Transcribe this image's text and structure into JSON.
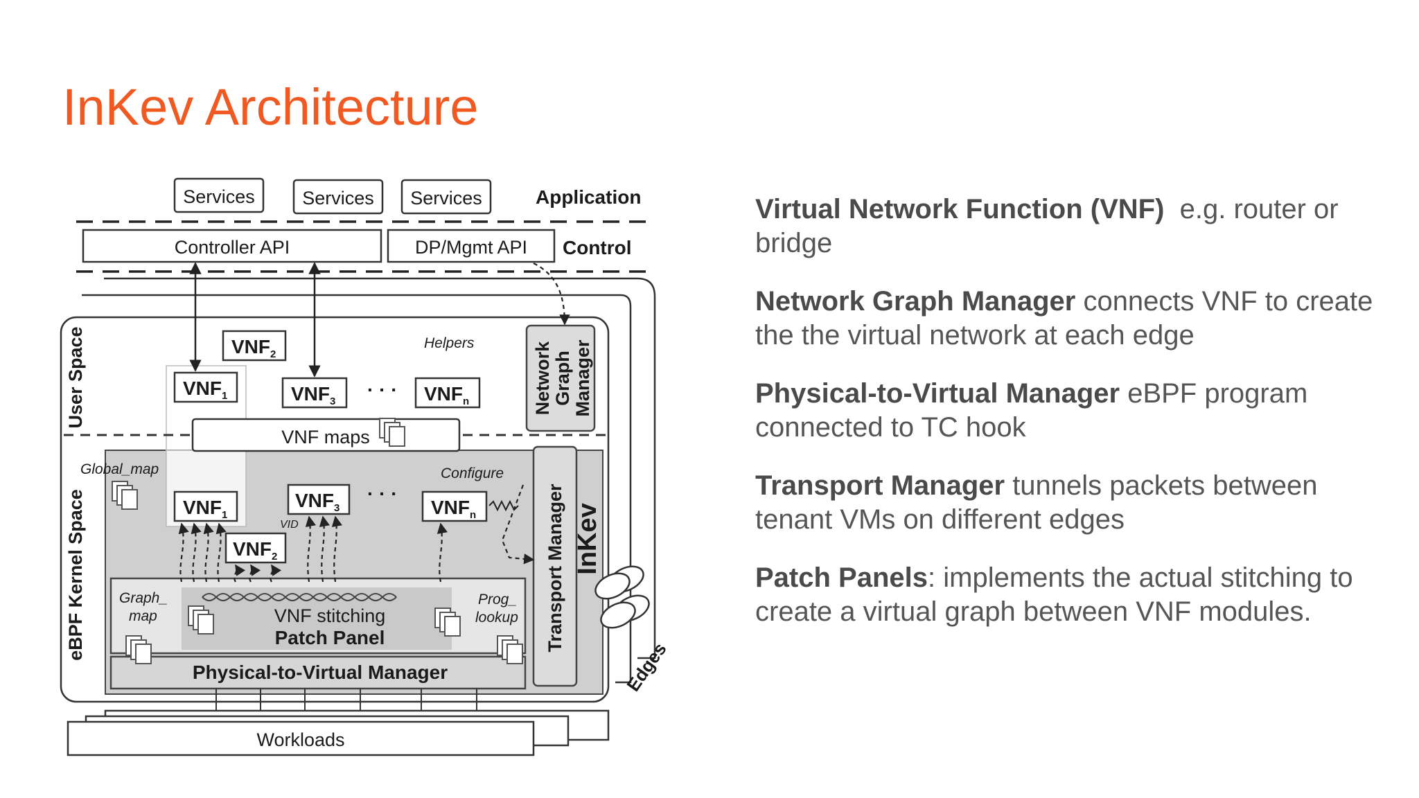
{
  "slide": {
    "title": "InKev Architecture"
  },
  "diagram": {
    "services": [
      "Services",
      "Services",
      "Services"
    ],
    "application_label": "Application",
    "controller_api": "Controller API",
    "dp_mgmt_api": "DP/Mgmt API",
    "control_label": "Control",
    "user_space_label": "User Space",
    "ebpf_kernel_space_label": "eBPF Kernel Space",
    "vnf_prefix": "VNF",
    "vnf_subscripts": {
      "one": "1",
      "two": "2",
      "three": "3",
      "n": "n"
    },
    "ellipsis": "· · ·",
    "helpers_label": "Helpers",
    "vnf_maps_label": "VNF maps",
    "network_graph_manager_lines": [
      "Network",
      "Graph",
      "Manager"
    ],
    "global_map_label": "Global_map",
    "configure_label": "Configure",
    "vid_label": "VID",
    "transport_manager_label": "Transport Manager",
    "inkev_label": "InKev",
    "graph_map_lines": [
      "Graph_",
      "map"
    ],
    "vnf_stitching_label": "VNF stitching",
    "patch_panel_label": "Patch Panel",
    "prog_lookup_lines": [
      "Prog_",
      "lookup"
    ],
    "p2v_manager_label": "Physical-to-Virtual Manager",
    "workloads_label": "Workloads",
    "edges_label": "Edges"
  },
  "description": {
    "items": [
      {
        "term": "Virtual Network Function (VNF)",
        "text": "  e.g. router or bridge"
      },
      {
        "term": "Network Graph Manager",
        "text": " connects VNF to create the the virtual network at each edge"
      },
      {
        "term": "Physical-to-Virtual Manager",
        "text": " eBPF program connected to TC hook"
      },
      {
        "term": "Transport Manager",
        "text": " tunnels packets between tenant VMs on different edges"
      },
      {
        "term": "Patch Panels",
        "text": ": implements the actual stitching to create a virtual graph between VNF modules."
      }
    ]
  }
}
